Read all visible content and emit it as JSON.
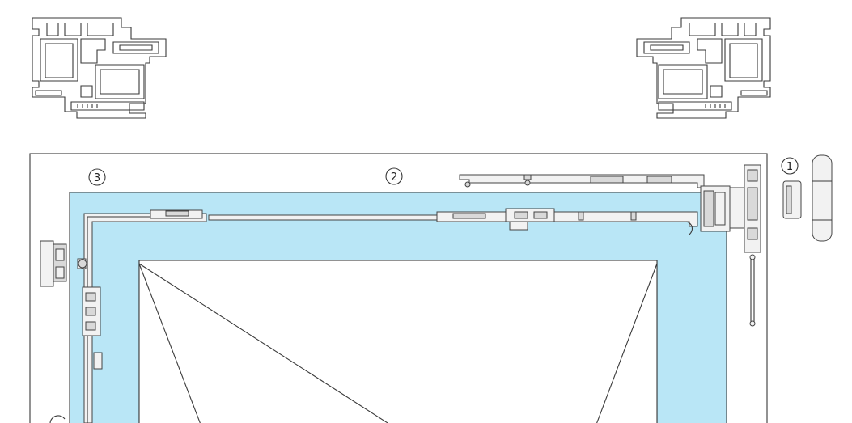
{
  "callouts": [
    {
      "id": "1",
      "label": "1"
    },
    {
      "id": "2",
      "label": "2"
    },
    {
      "id": "3",
      "label": "3"
    }
  ],
  "colors": {
    "sash_fill": "#b9e6f6",
    "line": "#3a3a3a",
    "background": "#ffffff"
  }
}
